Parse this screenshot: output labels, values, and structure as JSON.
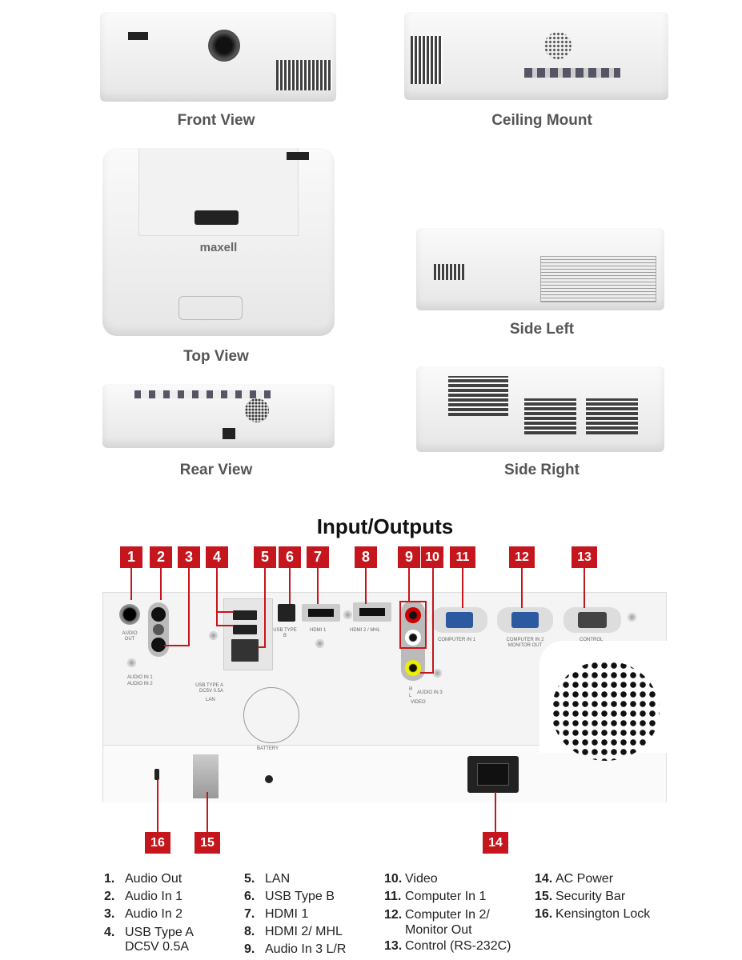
{
  "views": {
    "front": "Front View",
    "ceiling": "Ceiling Mount",
    "top": "Top View",
    "side_left": "Side Left",
    "rear": "Rear View",
    "side_right": "Side Right"
  },
  "brand": "maxell",
  "title": "Input/Outputs",
  "badges": [
    "1",
    "2",
    "3",
    "4",
    "5",
    "6",
    "7",
    "8",
    "9",
    "10",
    "11",
    "12",
    "13",
    "14",
    "15",
    "16"
  ],
  "accent": "#c4161c",
  "port_labels": {
    "audio_out": "AUDIO OUT",
    "usb_b": "USB TYPE B",
    "hdmi1": "HDMI 1",
    "hdmi2": "HDMI 2 / MHL",
    "computer_in1": "COMPUTER IN 1",
    "computer_in2": "COMPUTER IN 2 MONITOR OUT",
    "control": "CONTROL",
    "audio_in1": "AUDIO IN 1",
    "audio_in2": "AUDIO IN 2",
    "usb_a": "USB TYPE A DC5V 0.5A",
    "lan": "LAN",
    "audio_in3": "AUDIO IN 3",
    "r": "R",
    "l": "L",
    "video": "VIDEO",
    "battery": "BATTERY"
  },
  "legend": [
    [
      {
        "n": "1.",
        "t": "Audio Out"
      },
      {
        "n": "2.",
        "t": "Audio In 1"
      },
      {
        "n": "3.",
        "t": "Audio In 2"
      },
      {
        "n": "4.",
        "t": "USB Type A"
      },
      {
        "n": "",
        "t": "DC5V 0.5A"
      }
    ],
    [
      {
        "n": "5.",
        "t": "LAN"
      },
      {
        "n": "6.",
        "t": "USB Type B"
      },
      {
        "n": "7.",
        "t": "HDMI 1"
      },
      {
        "n": "8.",
        "t": "HDMI 2/ MHL"
      },
      {
        "n": "9.",
        "t": "Audio In 3 L/R"
      }
    ],
    [
      {
        "n": "10.",
        "t": "Video"
      },
      {
        "n": "11.",
        "t": "Computer In 1"
      },
      {
        "n": "12.",
        "t": "Computer In 2/"
      },
      {
        "n": "",
        "t": "Monitor Out"
      },
      {
        "n": "13.",
        "t": "Control (RS-232C)"
      }
    ],
    [
      {
        "n": "14.",
        "t": "AC Power"
      },
      {
        "n": "15.",
        "t": "Security Bar"
      },
      {
        "n": "16.",
        "t": "Kensington Lock"
      }
    ]
  ]
}
